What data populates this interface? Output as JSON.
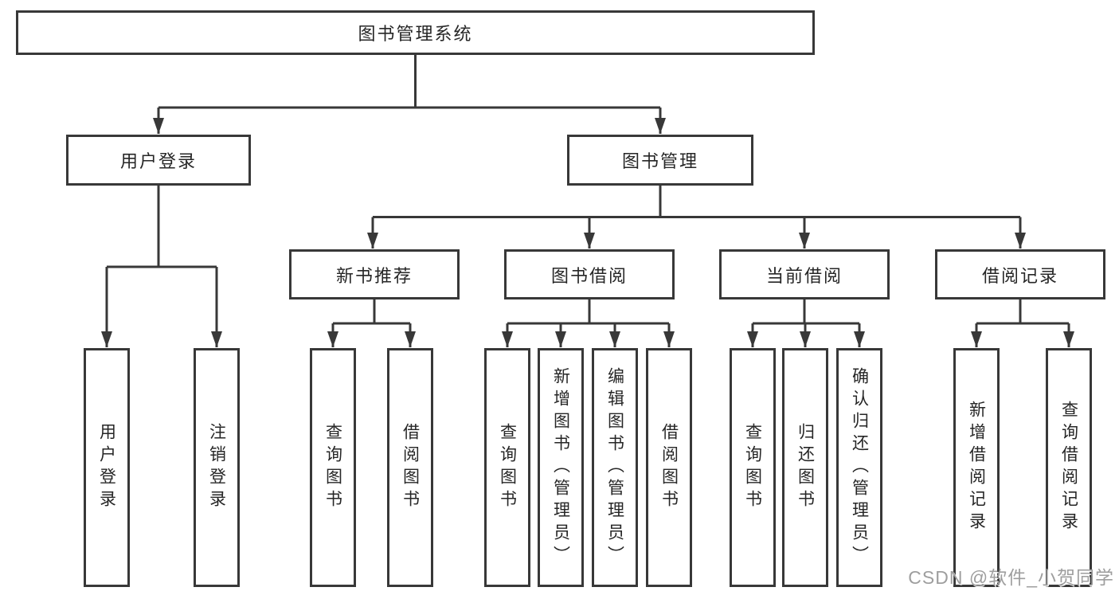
{
  "tree": {
    "label": "图书管理系统",
    "children": [
      {
        "label": "用户登录",
        "children": [
          {
            "label": "用户登录"
          },
          {
            "label": "注销登录"
          }
        ]
      },
      {
        "label": "图书管理",
        "children": [
          {
            "label": "新书推荐",
            "children": [
              {
                "label": "查询图书"
              },
              {
                "label": "借阅图书"
              }
            ]
          },
          {
            "label": "图书借阅",
            "children": [
              {
                "label": "查询图书"
              },
              {
                "label": "新增图书（管理员）"
              },
              {
                "label": "编辑图书（管理员）"
              },
              {
                "label": "借阅图书"
              }
            ]
          },
          {
            "label": "当前借阅",
            "children": [
              {
                "label": "查询图书"
              },
              {
                "label": "归还图书"
              },
              {
                "label": "确认归还（管理员）"
              }
            ]
          },
          {
            "label": "借阅记录",
            "children": [
              {
                "label": "新增借阅记录"
              },
              {
                "label": "查询借阅记录"
              }
            ]
          }
        ]
      }
    ]
  },
  "watermark": {
    "text": "CSDN @软件_小贺同学"
  },
  "colors": {
    "line": "#383838",
    "box_border": "#383838",
    "text": "#262626",
    "watermark": "#9e9e9e",
    "background": "#ffffff"
  }
}
